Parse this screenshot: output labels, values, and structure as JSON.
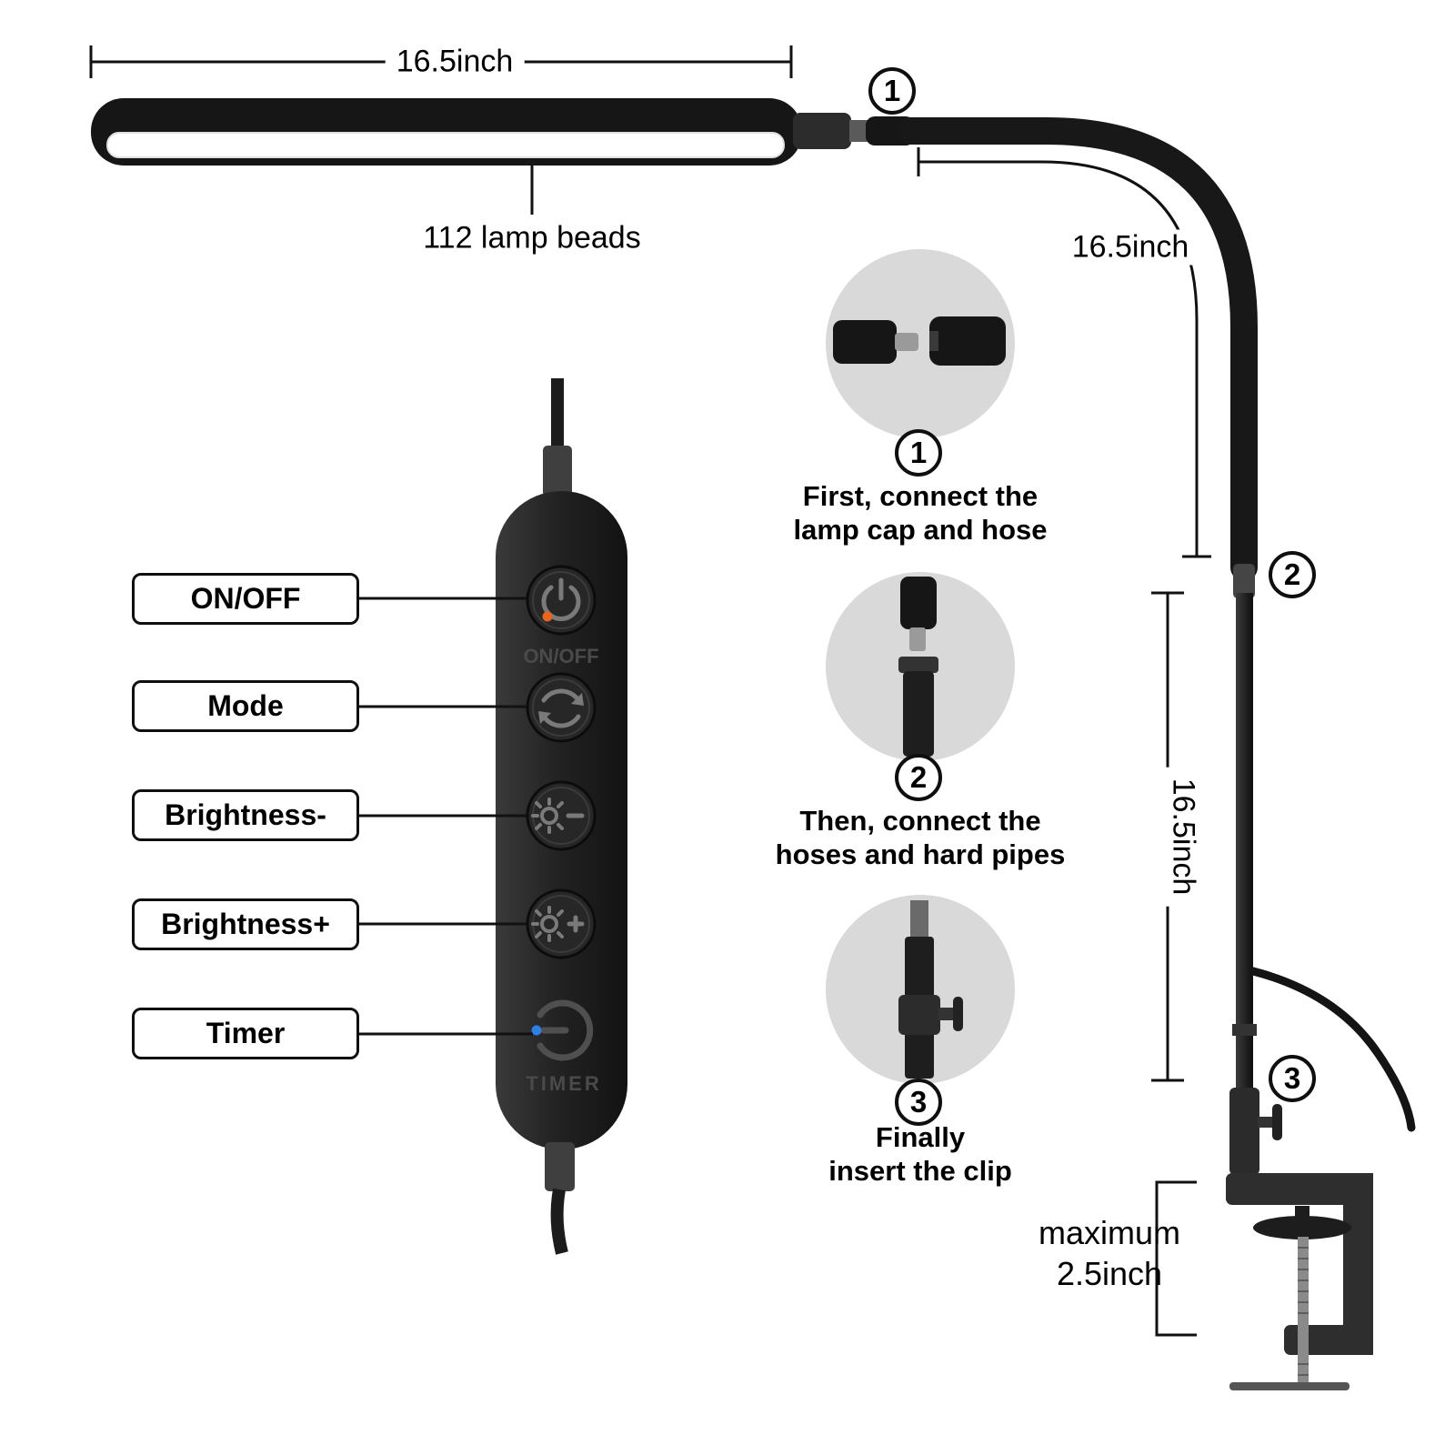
{
  "labels": {
    "head_width": "16.5inch",
    "hose_length": "16.5inch",
    "pole_length": "16.5inch",
    "lamp_beads": "112 lamp beads",
    "clamp_max_line1": "maximum",
    "clamp_max_line2": "2.5inch"
  },
  "markers": {
    "m1": "1",
    "m2": "2",
    "m3": "3"
  },
  "controller": {
    "power_text": "ON/OFF",
    "timer_text": "TIMER",
    "callouts": [
      {
        "label": "ON/OFF"
      },
      {
        "label": "Mode"
      },
      {
        "label": "Brightness-"
      },
      {
        "label": "Brightness+"
      },
      {
        "label": "Timer"
      }
    ]
  },
  "steps": [
    {
      "number": "1",
      "line1": "First, connect the",
      "line2": "lamp cap and hose"
    },
    {
      "number": "2",
      "line1": "Then, connect the",
      "line2": "hoses and hard pipes"
    },
    {
      "number": "3",
      "line1": "Finally",
      "line2": "insert the clip"
    }
  ],
  "icons": {
    "power": "power-icon",
    "mode": "mode-cycle-icon",
    "brightness_minus": "brightness-minus-icon",
    "brightness_plus": "brightness-plus-icon",
    "timer": "timer-icon"
  },
  "colors": {
    "lamp_black": "#161616",
    "inset_gray": "#d9d9d9",
    "power_indicator": "#e8641f",
    "timer_indicator": "#2f7fe8"
  }
}
